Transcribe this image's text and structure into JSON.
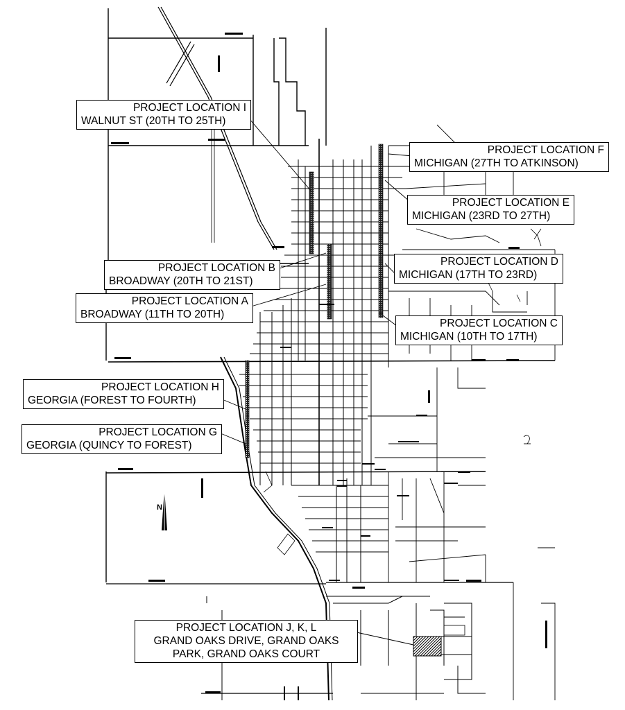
{
  "north_label": "N",
  "callouts": {
    "i": {
      "line1": "PROJECT LOCATION I",
      "line2": "WALNUT ST (20TH TO 25TH)"
    },
    "f": {
      "line1": "PROJECT LOCATION F",
      "line2": "MICHIGAN (27TH TO ATKINSON)"
    },
    "e": {
      "line1": "PROJECT LOCATION E",
      "line2": "MICHIGAN (23RD TO 27TH)"
    },
    "b": {
      "line1": "PROJECT LOCATION B",
      "line2": "BROADWAY (20TH TO 21ST)"
    },
    "d": {
      "line1": "PROJECT LOCATION D",
      "line2": "MICHIGAN (17TH TO 23RD)"
    },
    "a": {
      "line1": "PROJECT LOCATION A",
      "line2": "BROADWAY (11TH TO 20TH)"
    },
    "c": {
      "line1": "PROJECT LOCATION C",
      "line2": "MICHIGAN (10TH TO 17TH)"
    },
    "h": {
      "line1": "PROJECT LOCATION H",
      "line2": "GEORGIA (FOREST TO FOURTH)"
    },
    "g": {
      "line1": "PROJECT LOCATION G",
      "line2": "GEORGIA (QUINCY TO FOREST)"
    },
    "jkl": {
      "line1": "PROJECT LOCATION J, K, L",
      "line2": "GRAND OAKS DRIVE, GRAND OAKS",
      "line3": "PARK, GRAND OAKS COURT"
    }
  }
}
